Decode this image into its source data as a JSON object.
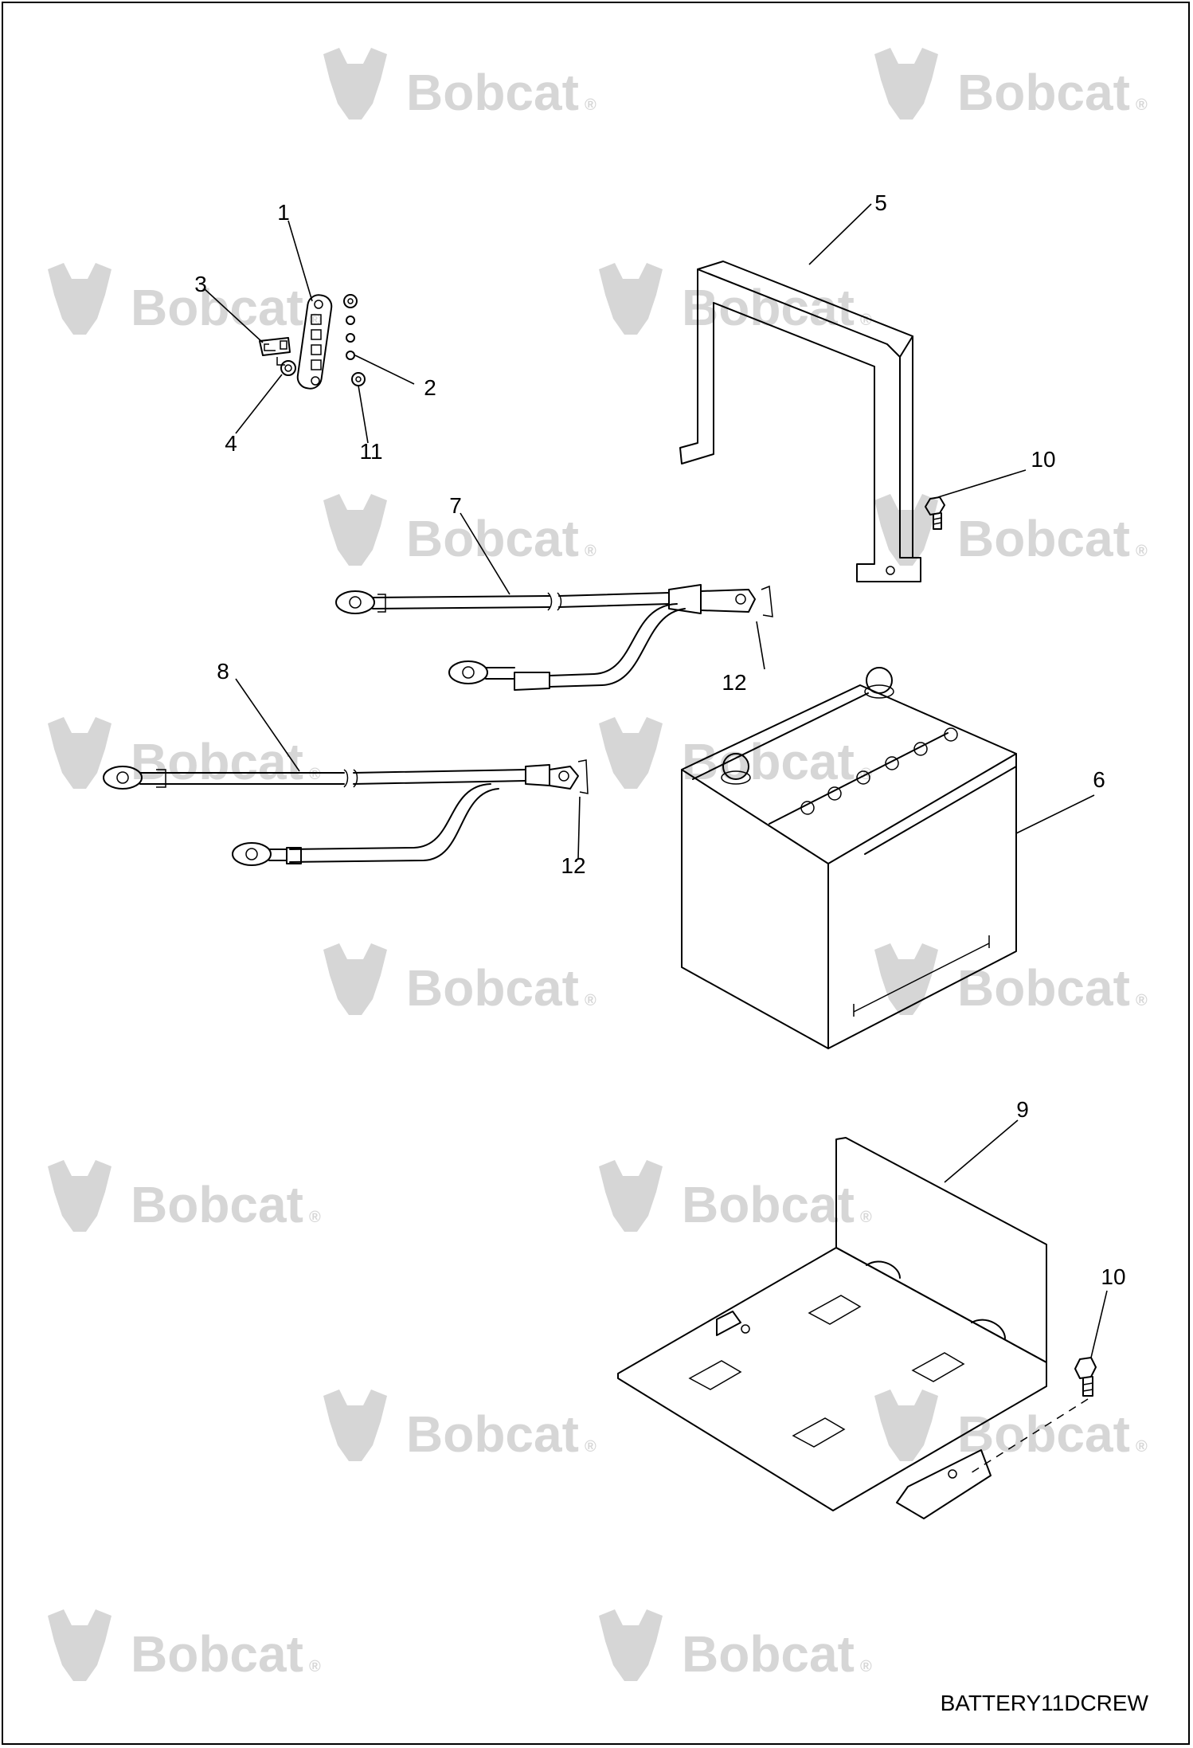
{
  "watermark": {
    "text": "Bobcat",
    "mark": "®"
  },
  "callouts": [
    "1",
    "2",
    "3",
    "4",
    "5",
    "6",
    "7",
    "8",
    "9",
    "10",
    "10",
    "11",
    "12",
    "12"
  ],
  "drawing_id": "BATTERY11DCREW",
  "colors": {
    "line": "#000000",
    "watermark": "#d6d6d6",
    "background": "#ffffff"
  }
}
